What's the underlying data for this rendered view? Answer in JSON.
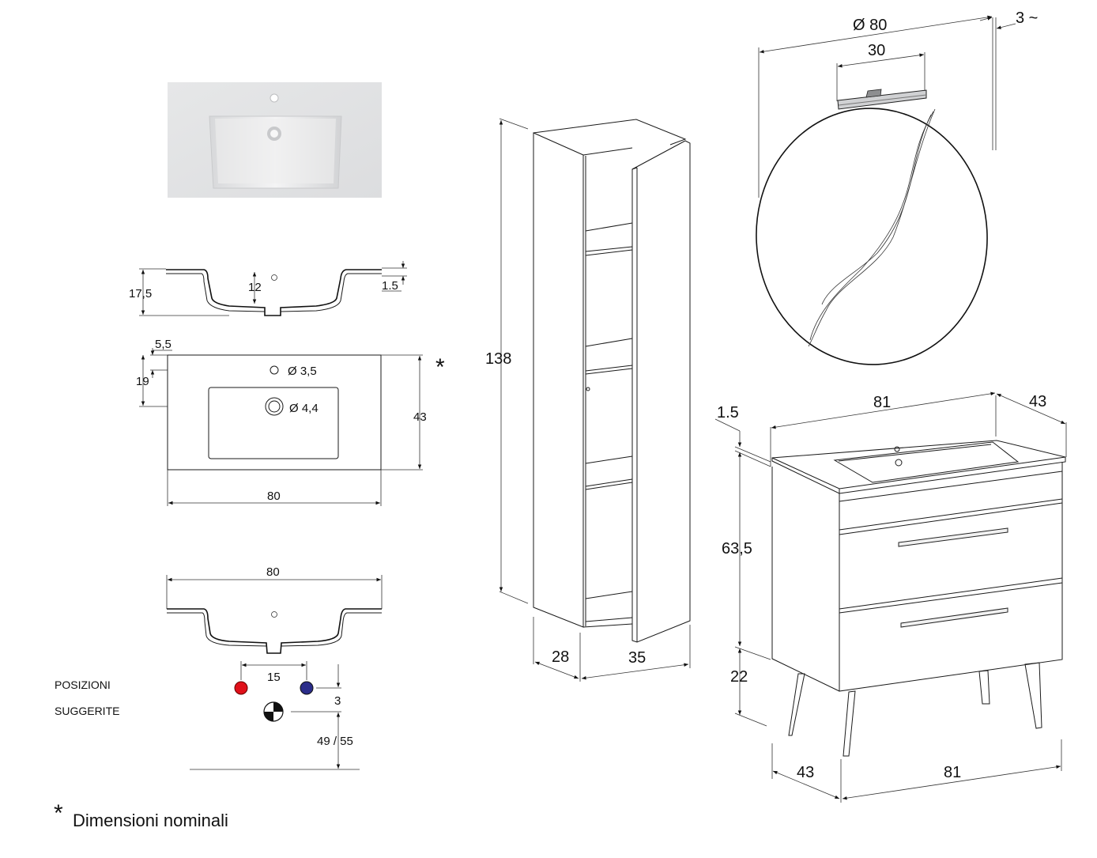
{
  "basin_section": {
    "height": "17,5",
    "inner_depth": "12",
    "rim": "1.5"
  },
  "basin_plan": {
    "offset_x": "5,5",
    "offset_y": "19",
    "hole_small": "Ø 3,5",
    "hole_drain": "Ø 4,4",
    "depth": "43",
    "width": "80",
    "asterisk": "*"
  },
  "basin_front": {
    "width": "80",
    "tap_spacing": "15",
    "tap_offset": "3",
    "drain_height": "49 / 55"
  },
  "suggested": {
    "line1": "POSIZIONI",
    "line2": "SUGGERITE",
    "hot_color": "#e0101a",
    "cold_color": "#2b2d8a"
  },
  "column": {
    "height": "138",
    "depth": "28",
    "width": "35"
  },
  "mirror": {
    "diameter": "Ø 80",
    "lamp": "30",
    "thickness": "3 ~"
  },
  "vanity": {
    "top_thickness": "1.5",
    "width_top": "81",
    "depth_top": "43",
    "body_height": "63,5",
    "legs_height": "22",
    "depth_bottom": "43",
    "width_bottom": "81"
  },
  "footnote": {
    "star": "*",
    "text": "Dimensioni nominali"
  }
}
